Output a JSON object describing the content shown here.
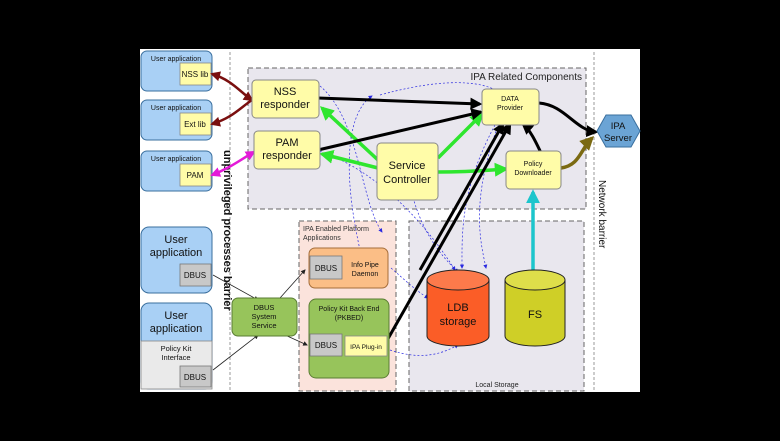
{
  "colors": {
    "background": "#000000",
    "panel": "#ffffff",
    "app_blue": "#a9d0f5",
    "lib_yellow": "#fffca8",
    "group_gray": "#e9e7ee",
    "platform_pink": "#fbe3dc",
    "green_box": "#97c45b",
    "orange_box": "#fbbe86",
    "ldb_red": "#fb5d27",
    "fs_olive": "#cfcf27",
    "ipa_server": "#6ba4d5",
    "green_arrow": "#2ee62e",
    "cyan_arrow": "#1cc5cc",
    "magenta_arrow": "#e41ad8",
    "darkred_arrow": "#7a0f0f",
    "olive_arrow": "#7b6a12"
  },
  "apps": {
    "nss_app": {
      "title": "User application",
      "lib": "NSS lib"
    },
    "ext_app": {
      "title": "User application",
      "lib": "Ext lib"
    },
    "pam_app": {
      "title": "User application",
      "lib": "PAM"
    },
    "dbus_app": {
      "title_line1": "User",
      "title_line2": "application",
      "lib": "DBUS"
    },
    "policykit_app": {
      "title_line1": "User",
      "title_line2": "application",
      "iface_line1": "Policy Kit",
      "iface_line2": "Interface",
      "lib": "DBUS"
    }
  },
  "labels": {
    "unprivileged_barrier": "unprivileged processes barrier",
    "network_barrier": "Network barrier",
    "ipa_group": "IPA Related Components",
    "platform_group_line1": "IPA Enabled Platform",
    "platform_group_line2": "Applications",
    "local_storage": "Local Storage"
  },
  "nodes": {
    "nss_responder": {
      "line1": "NSS",
      "line2": "responder"
    },
    "pam_responder": {
      "line1": "PAM",
      "line2": "responder"
    },
    "service_controller": {
      "line1": "Service",
      "line2": "Controller"
    },
    "data_provider": {
      "line1": "DATA",
      "line2": "Provider"
    },
    "policy_downloader": {
      "line1": "Policy",
      "line2": "Downloader"
    },
    "ipa_server": {
      "line1": "IPA",
      "line2": "Server"
    },
    "dbus_system_service": {
      "line1": "DBUS",
      "line2": "System",
      "line3": "Service"
    },
    "info_pipe_dbus": "DBUS",
    "info_pipe": {
      "line1": "Info Pipe",
      "line2": "Daemon"
    },
    "pkbed": {
      "line1": "Policy Kit Back End",
      "line2": "(PKBED)"
    },
    "pkbed_dbus": "DBUS",
    "ipa_plugin": "IPA Plug-in",
    "ldb_storage": {
      "line1": "LDB",
      "line2": "storage"
    },
    "fs": "FS"
  }
}
